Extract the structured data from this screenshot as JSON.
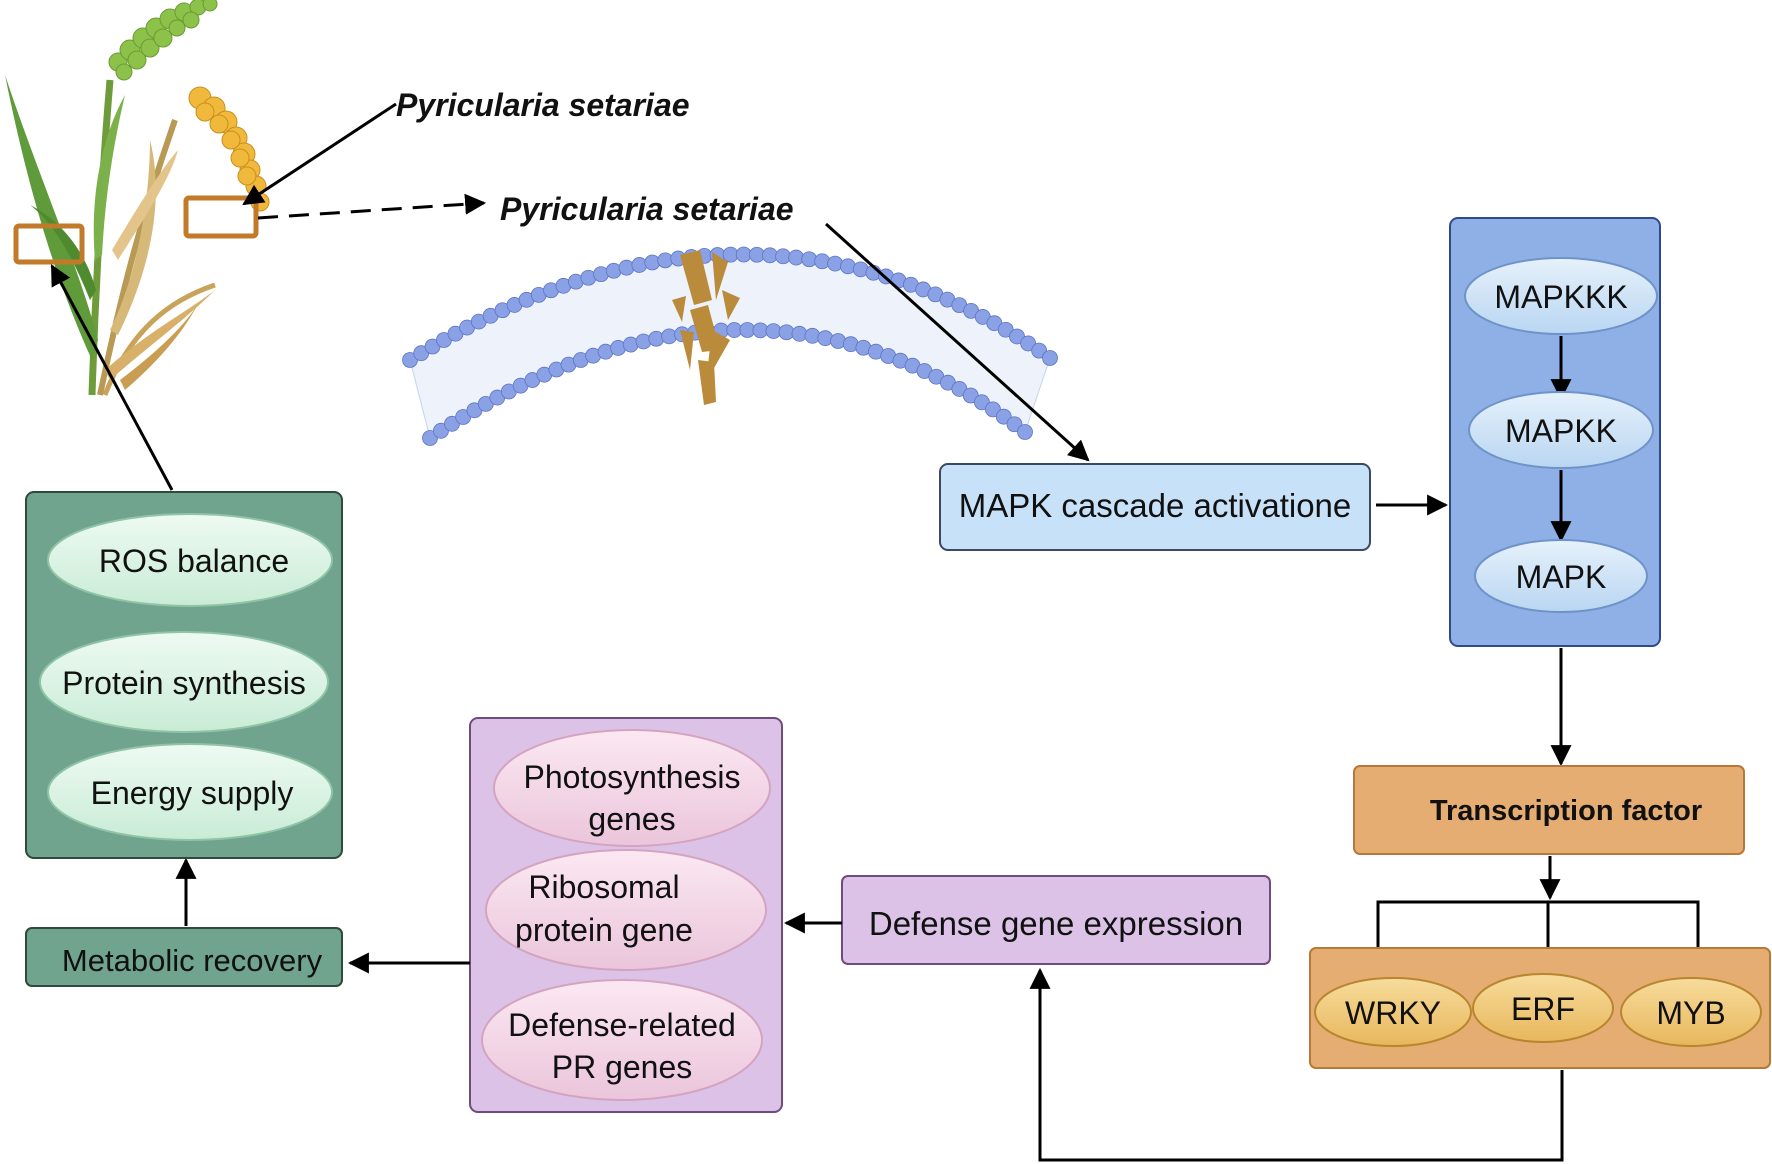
{
  "pathogen_label_top": "Pyricularia setariae",
  "pathogen_label_mid": "Pyricularia setariae",
  "mapk_cascade": {
    "activation_label": "MAPK cascade activatione",
    "kinases": [
      "MAPKKK",
      "MAPKK",
      "MAPK"
    ]
  },
  "transcription": {
    "title": "Transcription factor",
    "factors": [
      "WRKY",
      "ERF",
      "MYB"
    ]
  },
  "defense_expression": "Defense gene expression",
  "gene_groups": [
    [
      "Photosynthesis",
      "genes"
    ],
    [
      "Ribosomal",
      "protein gene"
    ],
    [
      "Defense-related",
      "PR genes"
    ]
  ],
  "metabolic_recovery": "Metabolic recovery",
  "recovery_outcomes": [
    "ROS balance",
    "Protein synthesis",
    "Energy supply"
  ],
  "colors": {
    "green_box": "#70a48f",
    "green_oval": "#d9f3e2",
    "blue_box": "#8fb0e6",
    "blue_oval": "#cfe3f7",
    "light_blue_box": "#c7e1f8",
    "purple_box": "#dcc2e6",
    "pink_oval": "#f3d6e7",
    "orange_box": "#e6ad73",
    "orange_oval": "#f1c97a",
    "membrane": "#8aa1e6",
    "fungus": "#b98b3a"
  }
}
